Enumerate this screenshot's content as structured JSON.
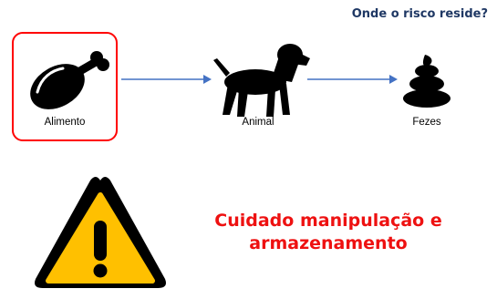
{
  "header": {
    "question": "Onde o risco reside?"
  },
  "flow": {
    "nodes": [
      {
        "label": "Alimento",
        "icon": "meat-drumstick-icon",
        "highlighted": true
      },
      {
        "label": "Animal",
        "icon": "dog-icon",
        "highlighted": false
      },
      {
        "label": "Fezes",
        "icon": "poop-icon",
        "highlighted": false
      }
    ],
    "highlight_color": "#ff0000",
    "arrow_color": "#4472c4"
  },
  "warning": {
    "icon": "warning-triangle-icon",
    "text": "Cuidado manipulação e armazenamento",
    "text_color": "#ee1111",
    "icon_fill": "#ffc000"
  }
}
